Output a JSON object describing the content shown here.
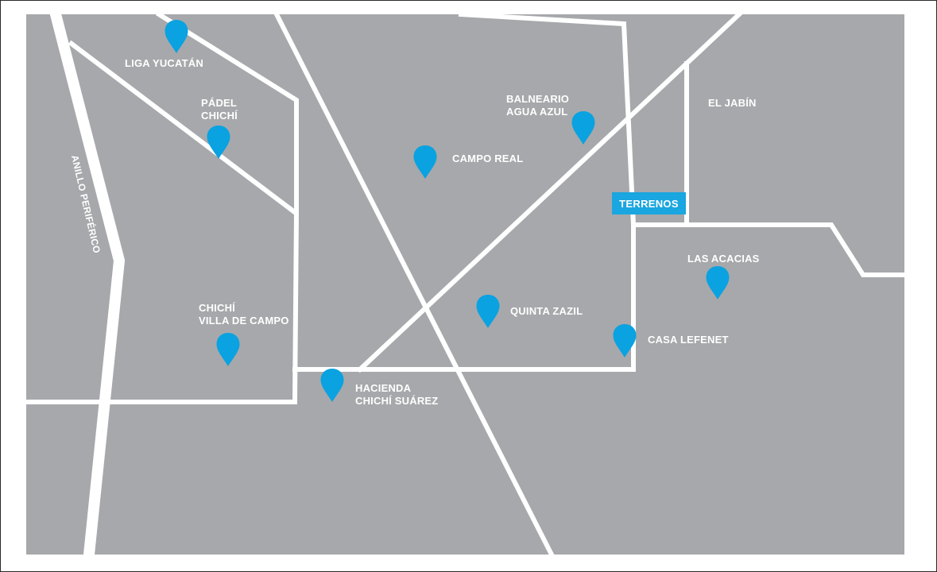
{
  "map": {
    "colors": {
      "land": "#a7a8ab",
      "road": "#ffffff",
      "pin": "#0aa2e0",
      "badge": "#1aa6e0",
      "label": "#ffffff"
    },
    "road_label": "ANILLO PERIFÉRICO",
    "terrenos_label": "TERRENOS",
    "areas": {
      "el_jabin": "EL JABÍN"
    },
    "places": [
      {
        "name": "liga-yucatan",
        "lines": [
          "LIGA YUCATÁN"
        ]
      },
      {
        "name": "padel-chichi",
        "lines": [
          "PÁDEL",
          "CHICHÍ"
        ]
      },
      {
        "name": "balneario-agua-azul",
        "lines": [
          "BALNEARIO",
          "AGUA AZUL"
        ]
      },
      {
        "name": "campo-real",
        "lines": [
          "CAMPO REAL"
        ]
      },
      {
        "name": "chichi-villa-de-campo",
        "lines": [
          "CHICHÍ",
          "VILLA DE CAMPO"
        ]
      },
      {
        "name": "quinta-zazil",
        "lines": [
          "QUINTA ZAZIL"
        ]
      },
      {
        "name": "las-acacias",
        "lines": [
          "LAS ACACIAS"
        ]
      },
      {
        "name": "casa-lefenet",
        "lines": [
          "CASA LEFENET"
        ]
      },
      {
        "name": "hacienda-chichi-suarez",
        "lines": [
          "HACIENDA",
          "CHICHÍ SUÁREZ"
        ]
      }
    ]
  }
}
